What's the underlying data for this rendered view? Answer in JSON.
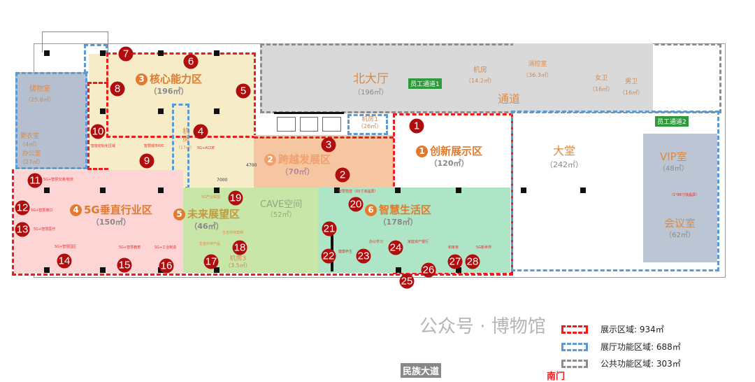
{
  "zones": [
    {
      "id": "1",
      "name": "创新展示区",
      "area": "（120㎡）"
    },
    {
      "id": "2",
      "name": "跨越发展区",
      "area": "（70㎡）"
    },
    {
      "id": "3",
      "name": "核心能力区",
      "area": "（196㎡）"
    },
    {
      "id": "4",
      "name": "5G垂直行业区",
      "area": "（150㎡）"
    },
    {
      "id": "5",
      "name": "未来展望区",
      "area": "（46㎡）"
    },
    {
      "id": "6",
      "name": "智慧生活区",
      "area": "（178㎡）"
    }
  ],
  "rooms": {
    "north_hall": {
      "name": "北大厅",
      "area": "（196㎡）"
    },
    "lobby": {
      "name": "大堂",
      "area": "（242㎡）"
    },
    "vip": {
      "name": "VIP室",
      "area": "（48㎡）"
    },
    "meeting": {
      "name": "会议室",
      "area": "（62㎡）"
    },
    "cave": {
      "name": "CAVE空间",
      "area": "（52㎡）"
    },
    "storage": {
      "name": "储物室",
      "area": "（25.6㎡）"
    },
    "locker": {
      "name": "更衣室",
      "area": "（4㎡）"
    },
    "office": {
      "name": "办公室",
      "area": "（27㎡）"
    },
    "machine1": {
      "name": "机房1",
      "area": "（26㎡）"
    },
    "machine2": {
      "name": "机房",
      "area": "（17㎡）"
    },
    "machine3": {
      "name": "机房3",
      "area": "（3.5㎡）"
    },
    "machine_n": {
      "name": "机房",
      "area": "（14.2㎡）"
    },
    "control": {
      "name": "消控室",
      "area": "（36.3㎡）"
    },
    "female_wc": {
      "name": "女卫",
      "area": "（16㎡）"
    },
    "male_wc": {
      "name": "男卫",
      "area": "（16㎡）"
    },
    "corridor": {
      "name": "通道"
    },
    "staff1": "员工通道1",
    "staff2": "员工通道2"
  },
  "markers": [
    "1",
    "2",
    "3",
    "4",
    "5",
    "6",
    "7",
    "8",
    "9",
    "10",
    "11",
    "12",
    "13",
    "14",
    "15",
    "16",
    "17",
    "18",
    "19",
    "20",
    "21",
    "22",
    "23",
    "24",
    "25",
    "26",
    "27",
    "28"
  ],
  "captions": {
    "c11": "5G+智慧交通/物流",
    "c12": "5G+智慧港口",
    "c13": "5G+智慧医疗",
    "c14": "5G+智慧园区",
    "c15": "5G+智慧教育",
    "c16": "5G+工业制造",
    "c17": "生态伙伴产品",
    "c18": "生态伙伴案例",
    "c19": "5G产业联盟",
    "c4": "5G+ACDE",
    "c9": "智慧城市IOC",
    "c10": "智能初始化区域",
    "c23": "办公学习",
    "c22": "健康养生",
    "c24": "家庭资产银行",
    "c27": "和家亲",
    "c28": "5G新世界",
    "c20": "智慧党建（65寸液晶屏）",
    "c_vip": "（1*86寸液晶屏）"
  },
  "dimensions": {
    "d4700": "4700",
    "d7000": "7000"
  },
  "legend": [
    {
      "label": "展示区域:",
      "value": "934㎡",
      "color": "#ee1c1c"
    },
    {
      "label": "展厅功能区域:",
      "value": "688㎡",
      "color": "#5b9bd5"
    },
    {
      "label": "公共功能区域:",
      "value": "303㎡",
      "color": "#8c8c8c"
    }
  ],
  "street": "民族大道",
  "gate": "南门",
  "watermark": "公众号 · 博物馆"
}
